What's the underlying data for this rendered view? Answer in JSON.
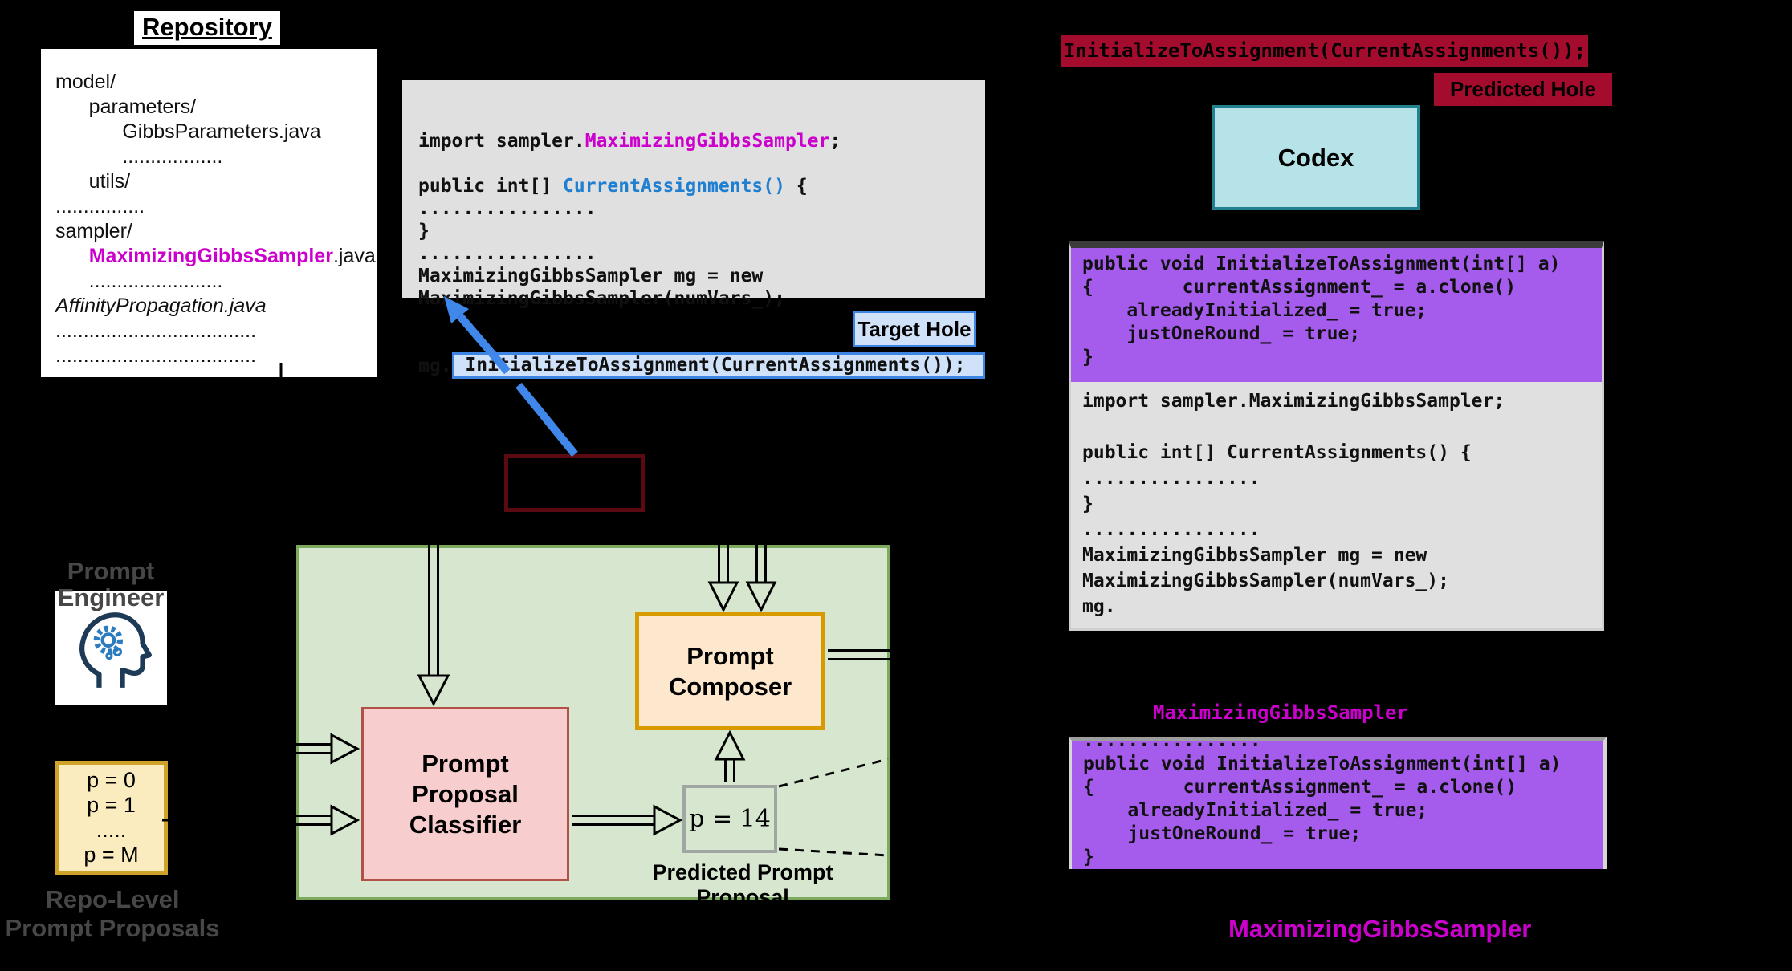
{
  "colors": {
    "magenta": "#cc00cc",
    "blue": "#1f7fd1",
    "yellow-code": "#f7f18c",
    "code-bg": "#e0e0e0",
    "hl-bg": "#cfe2fa",
    "hl-border": "#3d85e0",
    "crimson": "#a30c2c",
    "maroon-border": "#5c0a12",
    "codex-bg": "#b5e3e8",
    "codex-border": "#23808e",
    "purple": "#a55ced",
    "green-bg": "#d7e6cf",
    "green-border": "#7cab5e",
    "pink-bg": "#f7cdcd",
    "pink-border": "#b0524a",
    "orange-bg": "#fde8cd",
    "orange-border": "#d79b00",
    "gold-bg": "#faecbf",
    "gold-border": "#cfa32a",
    "gray-box-border": "#a0a6a2",
    "gray-label": "#474747",
    "arrow-blue": "#3f87e8"
  },
  "repository": {
    "title": "Repository",
    "tree": [
      [
        [
          "p",
          "model/"
        ]
      ],
      [
        [
          "p",
          "      parameters/"
        ]
      ],
      [
        [
          "p",
          "            GibbsParameters.java"
        ]
      ],
      [
        [
          "p",
          "            .................."
        ]
      ],
      [
        [
          "p",
          "      utils/"
        ]
      ],
      [
        [
          "p",
          "................"
        ]
      ],
      [
        [
          "p",
          "sampler/"
        ]
      ],
      [
        [
          "p",
          "      "
        ],
        [
          "m",
          "MaximizingGibbsSampler"
        ],
        [
          "p",
          ".java"
        ]
      ],
      [
        [
          "p",
          "      ........................"
        ]
      ],
      [
        [
          "i",
          "AffinityPropagation.java"
        ]
      ],
      [
        [
          "p",
          "...................................."
        ]
      ],
      [
        [
          "p",
          "...................................."
        ]
      ]
    ]
  },
  "target_code": {
    "lines": [
      [
        [
          "p",
          "import sampler."
        ],
        [
          "m",
          "MaximizingGibbsSampler"
        ],
        [
          "p",
          ";"
        ]
      ],
      [],
      [
        [
          "p",
          "public int[] "
        ],
        [
          "b",
          "CurrentAssignments()"
        ],
        [
          "p",
          " {"
        ]
      ],
      [
        [
          "p",
          "................"
        ]
      ],
      [
        [
          "p",
          "}"
        ]
      ],
      [
        [
          "p",
          "................"
        ]
      ],
      [
        [
          "p",
          "MaximizingGibbsSampler mg = new"
        ]
      ],
      [
        [
          "p",
          "MaximizingGibbsSampler(numVars_);"
        ]
      ]
    ],
    "mg_prefix": "mg.",
    "highlight": " InitializeToAssignment(CurrentAssignments());",
    "target_hole_label": "Target Hole"
  },
  "prediction": {
    "predicted_code": "InitializeToAssignment(CurrentAssignments());",
    "predicted_hole_label": "Predicted Hole",
    "codex_label": "Codex"
  },
  "prompt_window": {
    "method_lines": [
      [
        [
          "p",
          "public void "
        ],
        [
          "y",
          "InitializeToAssignment"
        ],
        [
          "p",
          "(int[] a)"
        ]
      ],
      [
        [
          "p",
          "{        currentAssignment_ = a.clone()"
        ]
      ],
      [
        [
          "p",
          "    alreadyInitialized_ = true;"
        ]
      ],
      [
        [
          "p",
          "    justOneRound_ = true;"
        ]
      ],
      [
        [
          "p",
          "}"
        ]
      ]
    ],
    "context_lines": [
      [
        [
          "p",
          "import sampler."
        ],
        [
          "m",
          "MaximizingGibbsSampler"
        ],
        [
          "p",
          ";"
        ]
      ],
      [],
      [
        [
          "p",
          "public int[] "
        ],
        [
          "b",
          "CurrentAssignments()"
        ],
        [
          "p",
          " {"
        ]
      ],
      [
        [
          "p",
          "................"
        ]
      ],
      [
        [
          "p",
          "}"
        ]
      ],
      [
        [
          "p",
          "................"
        ]
      ],
      [
        [
          "p",
          "MaximizingGibbsSampler mg = new"
        ]
      ],
      [
        [
          "p",
          "MaximizingGibbsSampler(numVars_);"
        ]
      ],
      [
        [
          "p",
          "mg."
        ]
      ]
    ]
  },
  "pipeline": {
    "classifier_lines": [
      "Prompt",
      "Proposal",
      "Classifier"
    ],
    "composer_lines": [
      "Prompt",
      "Composer"
    ],
    "predicted_value": "p = 14",
    "predicted_caption": "Predicted Prompt Proposal"
  },
  "prompt_engineer": {
    "label_lines": [
      "Prompt",
      "Engineer"
    ],
    "icon": "head-with-gear-icon"
  },
  "proposals": {
    "box_lines": [
      "p = 0",
      "p = 1",
      ".....",
      "p = M"
    ],
    "caption_lines": [
      "Repo-Level",
      "Prompt Proposals"
    ]
  },
  "sampler_detail": {
    "title": "MaximizingGibbsSampler",
    "code_lines": [
      [
        [
          "p",
          "................"
        ]
      ],
      [
        [
          "p",
          "public void "
        ],
        [
          "y",
          "InitializeToAssignment"
        ],
        [
          "p",
          "(int[] a)"
        ]
      ],
      [
        [
          "p",
          "{        currentAssignment_ = a.clone()"
        ]
      ],
      [
        [
          "p",
          "    alreadyInitialized_ = true;"
        ]
      ],
      [
        [
          "p",
          "    justOneRound_ = true;"
        ]
      ],
      [
        [
          "p",
          "}"
        ]
      ]
    ],
    "caption": "MaximizingGibbsSampler"
  }
}
